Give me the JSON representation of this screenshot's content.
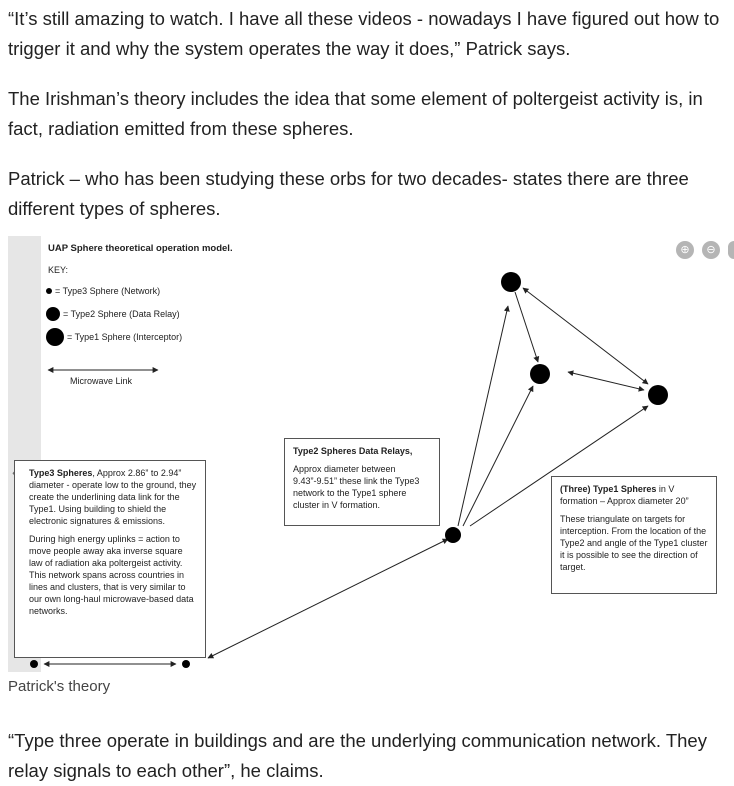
{
  "article": {
    "para1": "“It’s still amazing to watch. I have all these videos - nowadays I have figured out how to trigger it and why the system operates the way it does,” Patrick says.",
    "para2": "The Irishman’s theory includes the idea that some element of poltergeist activity is, in fact, radiation emitted from these spheres.",
    "para3": "Patrick – who has been studying these orbs for two decades- states there are three different types of spheres.",
    "caption": "Patrick's theory",
    "para4": "“Type three operate in buildings and are the underlying communication network. They relay signals to each other”, he claims."
  },
  "figure": {
    "title": "UAP Sphere theoretical operation model.",
    "key_label": "KEY:",
    "key_items": [
      "= Type3 Sphere (Network)",
      "= Type2 Sphere (Data Relay)",
      "= Type1 Sphere (Interceptor)"
    ],
    "microwave_label": "Microwave Link",
    "box_type3": {
      "heading": "Type3 Spheres",
      "text1": ", Approx 2.86” to 2.94” diameter - operate low to the ground, they create the underlining data link for the Type1. Using building to shield the electronic signatures & emissions.",
      "text2": "During high energy uplinks = action to move people away aka inverse square law of radiation aka poltergeist activity. This network spans across countries in lines and clusters, that is very similar to our own long-haul microwave-based data networks."
    },
    "box_type2": {
      "heading": "Type2 Spheres Data Relays,",
      "text": "Approx diameter between 9.43”-9.51” these link the Type3 network to the Type1 sphere cluster in V formation."
    },
    "box_type1": {
      "heading_prefix": "(Three) ",
      "heading": "Type1 Spheres",
      "heading_suffix": " in V formation – Approx diameter 20”",
      "text": "These triangulate on targets for interception. From the location of the Type2 and angle of the Type1 cluster it is possible to see the direction of target."
    },
    "zoom_in_icon": "zoom-in-icon",
    "zoom_out_icon": "zoom-out-icon"
  }
}
